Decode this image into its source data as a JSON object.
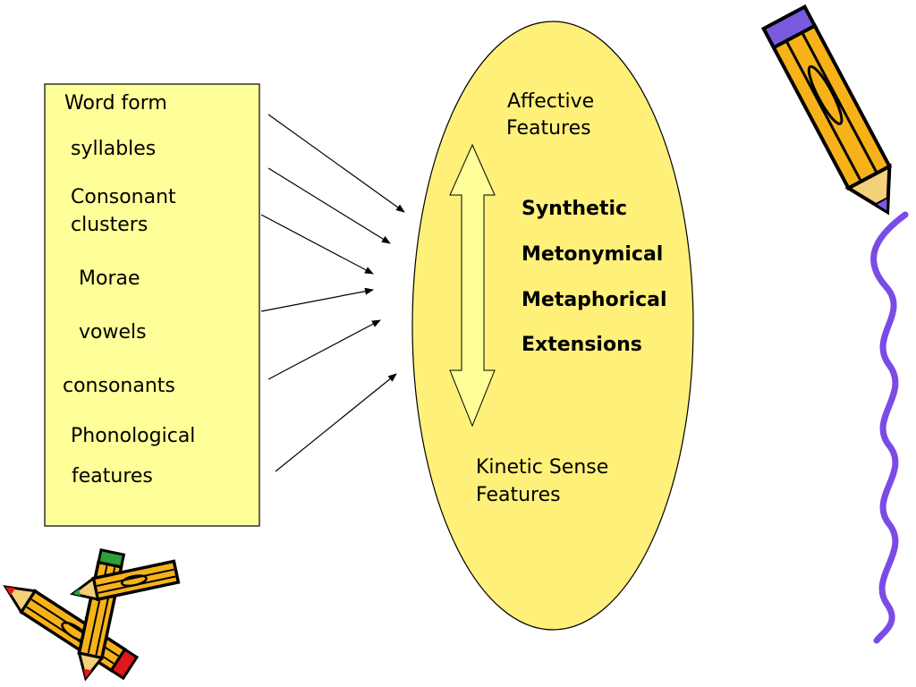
{
  "left_box": {
    "items": {
      "word_form": "Word form",
      "syllables": "syllables",
      "consonant_line1": "Consonant",
      "consonant_line2": "clusters",
      "morae": "Morae",
      "vowels": "vowels",
      "consonants": "consonants",
      "phonological_line1": "Phonological",
      "phonological_line2": "features"
    }
  },
  "ellipse": {
    "top_label_line1": "Affective",
    "top_label_line2": "Features",
    "extensions": {
      "line1": "Synthetic",
      "line2": "Metonymical",
      "line3": "Metaphorical",
      "line4": "Extensions"
    },
    "bottom_label_line1": "Kinetic Sense",
    "bottom_label_line2": "Features"
  },
  "colors": {
    "box_fill": "#FFFF99",
    "ellipse_fill": "#FFF07A",
    "stroke": "#000000",
    "wavy_line": "#7B4BE6",
    "pencil_body": "#F7B21A",
    "pencil_tip_red": "#E01818",
    "pencil_tip_green": "#2EA03A",
    "pencil_tip_purple": "#7A5BE0"
  },
  "decorations": {
    "pencil_right": "pencil-clipart",
    "pencils_bottom_left": "crossed-pencils-clipart",
    "wavy_line": "wavy-line-decoration"
  }
}
